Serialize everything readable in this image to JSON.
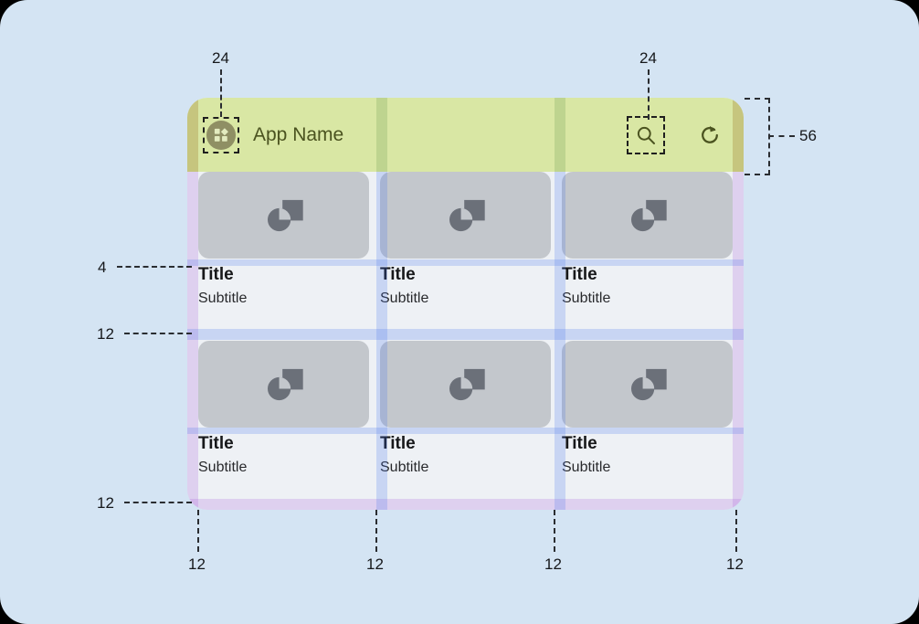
{
  "canvas": {
    "background_color": "#d4e4f3",
    "corner_radius": 30
  },
  "device": {
    "background_color": "#eef1f5",
    "appbar": {
      "background_color": "#d9e7a4",
      "height": 56,
      "logo_icon": "widgets-icon",
      "title": "App Name",
      "actions": [
        {
          "icon": "search-icon",
          "name": "search-button"
        },
        {
          "icon": "refresh-icon",
          "name": "refresh-button"
        }
      ]
    },
    "cards": [
      [
        {
          "media_icon": "image-placeholder-icon",
          "title": "Title",
          "subtitle": "Subtitle"
        },
        {
          "media_icon": "image-placeholder-icon",
          "title": "Title",
          "subtitle": "Subtitle"
        },
        {
          "media_icon": "image-placeholder-icon",
          "title": "Title",
          "subtitle": "Subtitle"
        }
      ],
      [
        {
          "media_icon": "image-placeholder-icon",
          "title": "Title",
          "subtitle": "Subtitle"
        },
        {
          "media_icon": "image-placeholder-icon",
          "title": "Title",
          "subtitle": "Subtitle"
        },
        {
          "media_icon": "image-placeholder-icon",
          "title": "Title",
          "subtitle": "Subtitle"
        }
      ]
    ]
  },
  "overlay": {
    "margin_color": "#aa5adc",
    "gutter_color": "#4673eb"
  },
  "annotations": {
    "top_left_logo_spacing": "24",
    "top_right_search_spacing": "24",
    "appbar_height": "56",
    "title_top_spacing": "4",
    "row_gap": "12",
    "bottom_margin": "12",
    "bottom_gutters": [
      "12",
      "12",
      "12",
      "12"
    ]
  }
}
